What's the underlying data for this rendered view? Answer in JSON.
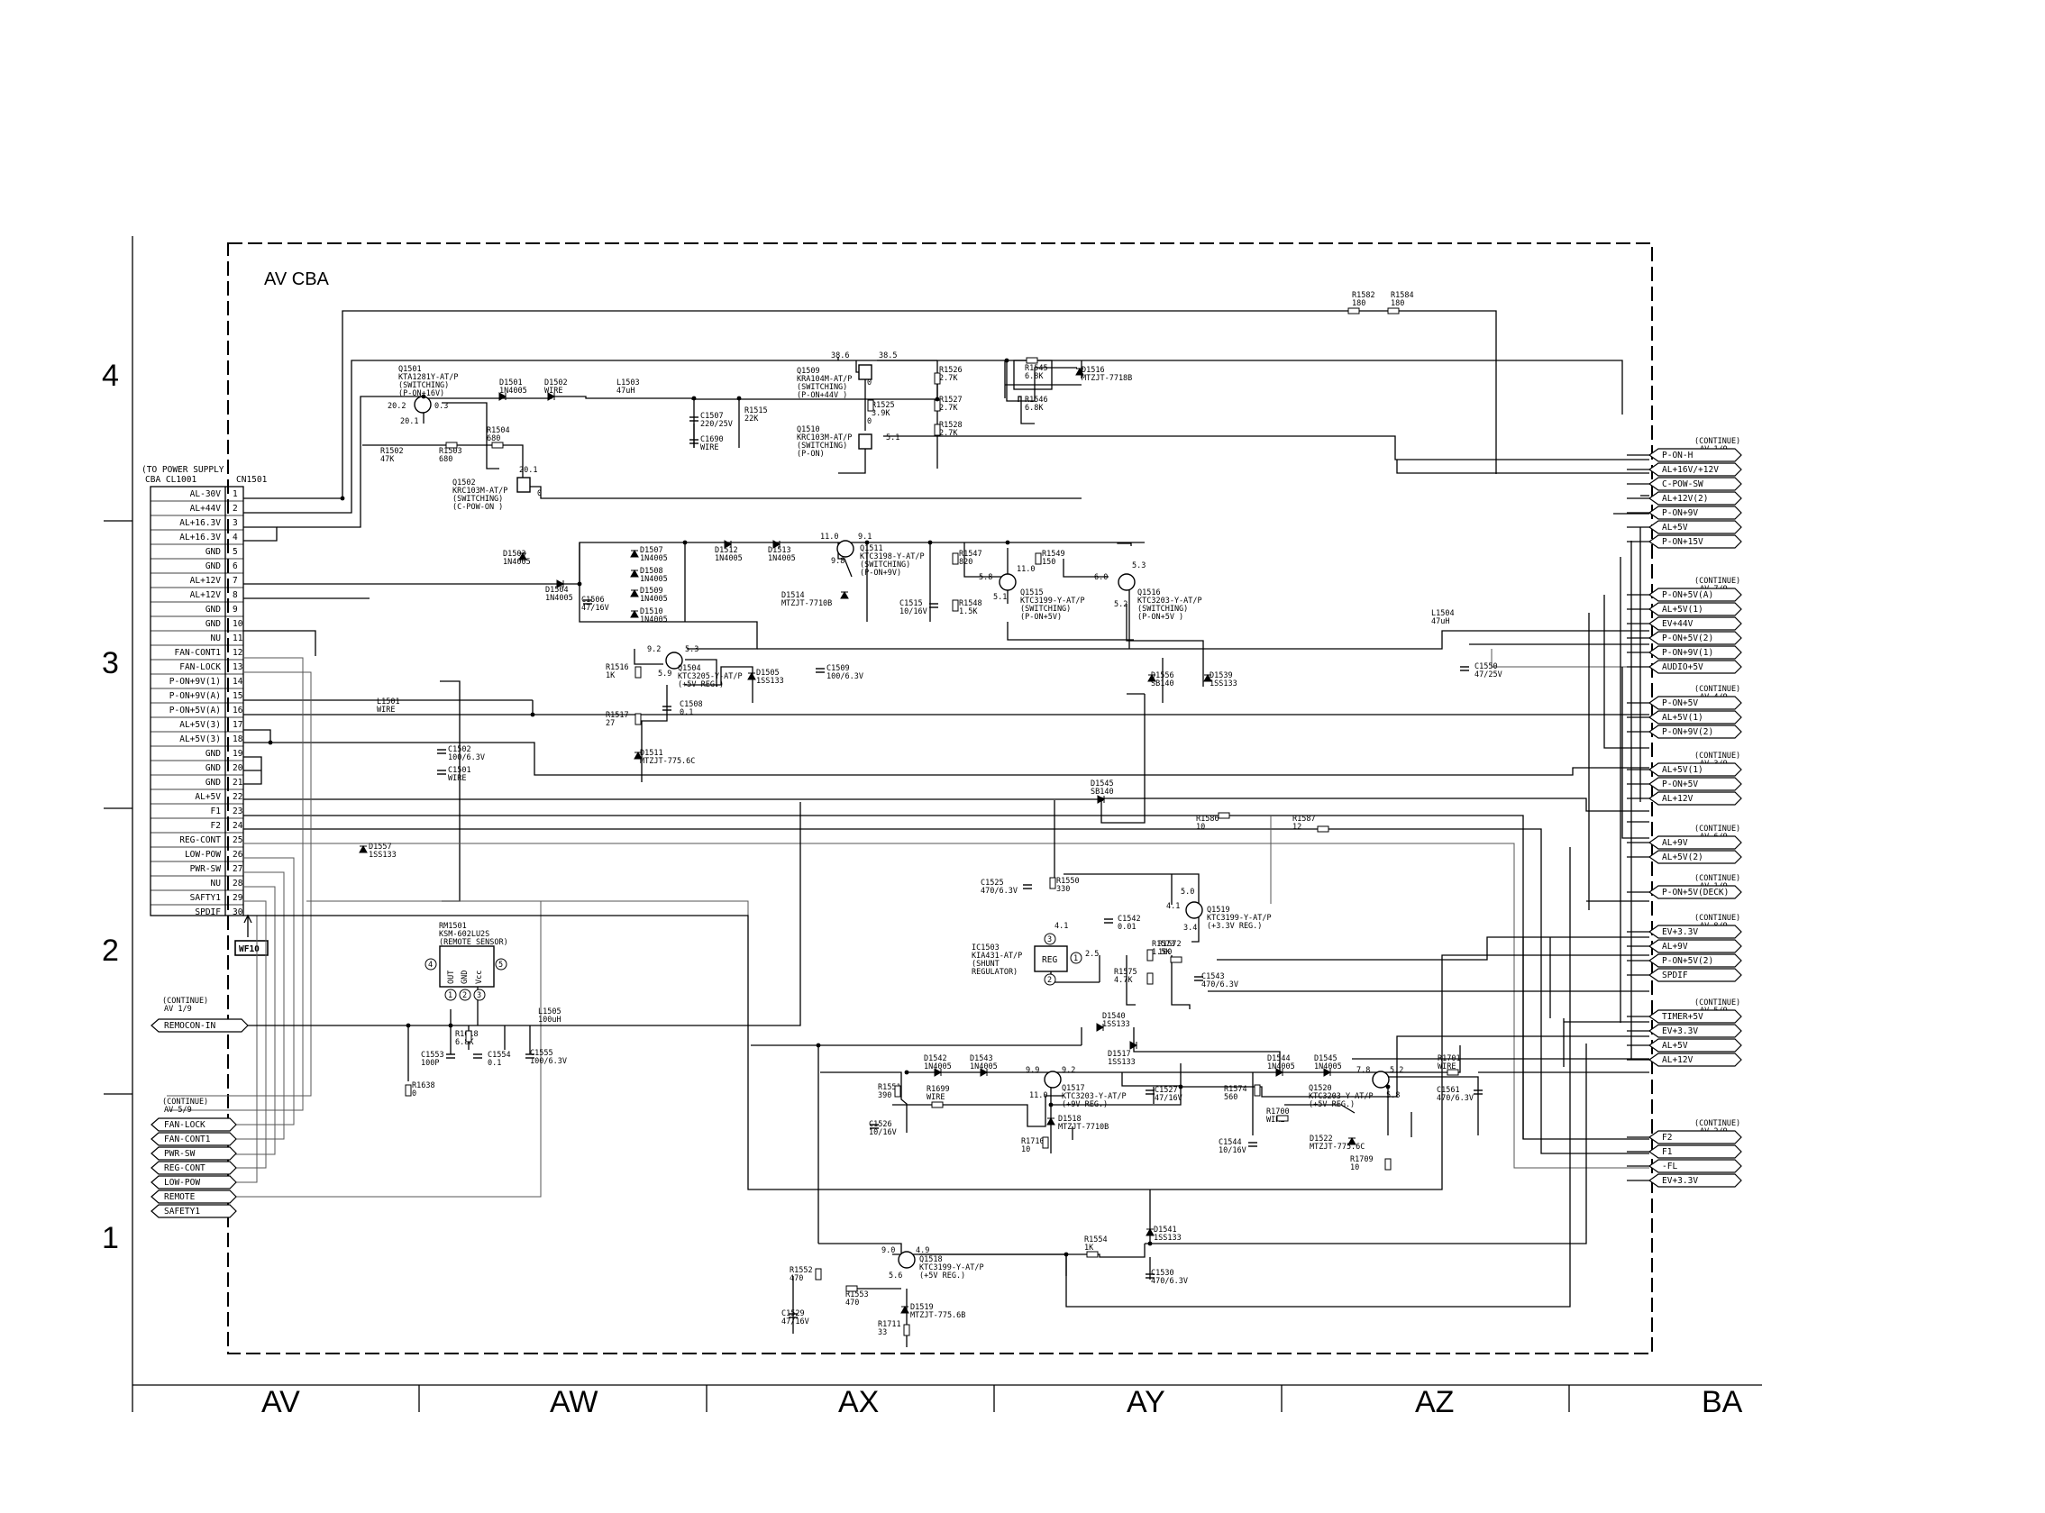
{
  "board_title": "AV CBA",
  "row_labels": [
    "4",
    "3",
    "2",
    "1"
  ],
  "column_labels": [
    "AV",
    "AW",
    "AX",
    "AY",
    "AZ",
    "BA"
  ],
  "connector": {
    "header": [
      "(TO POWER SUPPLY",
      "CBA CL1001"
    ],
    "ref": "CN1501",
    "pins": [
      {
        "n": "1",
        "name": "AL-30V"
      },
      {
        "n": "2",
        "name": "AL+44V"
      },
      {
        "n": "3",
        "name": "AL+16.3V"
      },
      {
        "n": "4",
        "name": "AL+16.3V"
      },
      {
        "n": "5",
        "name": "GND"
      },
      {
        "n": "6",
        "name": "GND"
      },
      {
        "n": "7",
        "name": "AL+12V"
      },
      {
        "n": "8",
        "name": "AL+12V"
      },
      {
        "n": "9",
        "name": "GND"
      },
      {
        "n": "10",
        "name": "GND"
      },
      {
        "n": "11",
        "name": "NU"
      },
      {
        "n": "12",
        "name": "FAN-CONT1"
      },
      {
        "n": "13",
        "name": "FAN-LOCK"
      },
      {
        "n": "14",
        "name": "P-ON+9V(1)"
      },
      {
        "n": "15",
        "name": "P-ON+9V(A)"
      },
      {
        "n": "16",
        "name": "P-ON+5V(A)"
      },
      {
        "n": "17",
        "name": "AL+5V(3)"
      },
      {
        "n": "18",
        "name": "AL+5V(3)"
      },
      {
        "n": "19",
        "name": "GND"
      },
      {
        "n": "20",
        "name": "GND"
      },
      {
        "n": "21",
        "name": "GND"
      },
      {
        "n": "22",
        "name": "AL+5V"
      },
      {
        "n": "23",
        "name": "F1"
      },
      {
        "n": "24",
        "name": "F2"
      },
      {
        "n": "25",
        "name": "REG-CONT"
      },
      {
        "n": "26",
        "name": "LOW-POW"
      },
      {
        "n": "27",
        "name": "PWR-SW"
      },
      {
        "n": "28",
        "name": "NU"
      },
      {
        "n": "29",
        "name": "SAFTY1"
      },
      {
        "n": "30",
        "name": "SPDIF"
      }
    ],
    "tag": "WF10"
  },
  "left_ports": {
    "remocon": {
      "note": [
        "(CONTINUE)",
        "AV 1/9"
      ],
      "label": "REMOCON-IN"
    },
    "group_note": [
      "(CONTINUE)",
      "AV 5/9"
    ],
    "group": [
      "FAN-LOCK",
      "FAN-CONT1",
      "PWR-SW",
      "REG-CONT",
      "LOW-POW",
      "REMOTE",
      "SAFETY1"
    ]
  },
  "right_ports": [
    {
      "note": [
        "(CONTINUE)",
        "AV 1/9"
      ],
      "labels": [
        "P-ON-H",
        "AL+16V/+12V",
        "C-POW-SW",
        "AL+12V(2)",
        "P-ON+9V",
        "AL+5V",
        "P-ON+15V"
      ]
    },
    {
      "note": [
        "(CONTINUE)",
        "AV 7/9"
      ],
      "labels": [
        "P-ON+5V(A)",
        "AL+5V(1)",
        "EV+44V",
        "P-ON+5V(2)",
        "P-ON+9V(1)",
        "AUDIO+5V"
      ]
    },
    {
      "note": [
        "(CONTINUE)",
        "AV 4/9"
      ],
      "labels": [
        "P-ON+5V",
        "AL+5V(1)",
        "P-ON+9V(2)"
      ]
    },
    {
      "note": [
        "(CONTINUE)",
        "AV 3/9"
      ],
      "labels": [
        "AL+5V(1)",
        "P-ON+5V",
        "AL+12V"
      ]
    },
    {
      "note": [
        "(CONTINUE)",
        "AV 6/9"
      ],
      "labels": [
        "AL+9V",
        "AL+5V(2)"
      ]
    },
    {
      "note": [
        "(CONTINUE)",
        "AV 1/9"
      ],
      "labels": [
        "P-ON+5V(DECK)"
      ]
    },
    {
      "note": [
        "(CONTINUE)",
        "AV 8/9"
      ],
      "labels": [
        "EV+3.3V",
        "AL+9V",
        "P-ON+5V(2)",
        "SPDIF"
      ]
    },
    {
      "note": [
        "(CONTINUE)",
        "AV 5/9"
      ],
      "labels": [
        "TIMER+5V",
        "EV+3.3V",
        "AL+5V",
        "AL+12V"
      ]
    },
    {
      "note": [
        "(CONTINUE)",
        "AV 2/9"
      ],
      "labels": [
        "F2",
        "F1",
        "-FL",
        "EV+3.3V"
      ]
    }
  ],
  "components": {
    "Q1501": [
      "Q1501",
      "KTA1281Y-AT/P",
      "(SWITCHING)",
      "(P-ON+16V)"
    ],
    "Q1502": [
      "Q1502",
      "KRC103M-AT/P",
      "(SWITCHING)",
      "(C-POW-ON )"
    ],
    "Q1509": [
      "Q1509",
      "KRA104M-AT/P",
      "(SWITCHING)",
      "(P-ON+44V )"
    ],
    "Q1510": [
      "Q1510",
      "KRC103M-AT/P",
      "(SWITCHING)",
      "(P-ON)"
    ],
    "Q1511": [
      "Q1511",
      "KTC3198-Y-AT/P",
      "(SWITCHING)",
      "(P-ON+9V)"
    ],
    "Q1515": [
      "Q1515",
      "KTC3199-Y-AT/P",
      "(SWITCHING)",
      "(P-ON+5V)"
    ],
    "Q1516": [
      "Q1516",
      "KTC3203-Y-AT/P",
      "(SWITCHING)",
      "(P-ON+5V )"
    ],
    "Q1504": [
      "Q1504",
      "KTC3205-Y-AT/P",
      "(+5V REG.)"
    ],
    "Q1519": [
      "Q1519",
      "KTC3199-Y-AT/P",
      "(+3.3V REG.)"
    ],
    "IC1503": [
      "IC1503",
      "KIA431-AT/P",
      "(SHUNT",
      "REGULATOR)"
    ],
    "Q1517": [
      "Q1517",
      "KTC3203-Y-AT/P",
      "(+9V REG.)"
    ],
    "Q1520": [
      "Q1520",
      "KTC3203-Y-AT/P",
      "(+5V REG.)"
    ],
    "Q1518": [
      "Q1518",
      "KTC3199-Y-AT/P",
      "(+5V REG.)"
    ],
    "RM1501": [
      "RM1501",
      "KSM-602LU2S",
      "(REMOTE SENSOR)"
    ],
    "D1501": [
      "D1501",
      "1N4005"
    ],
    "D1502": [
      "D1502",
      "WIRE"
    ],
    "L1503": [
      "L1503",
      "47uH"
    ],
    "C1507": [
      "C1507",
      "220/25V"
    ],
    "R1515": [
      "R1515",
      "22K"
    ],
    "C1690": [
      "C1690",
      "WIRE"
    ],
    "R1504": [
      "R1504",
      "680"
    ],
    "R1502": [
      "R1502",
      "47K"
    ],
    "R1503": [
      "R1503",
      "680"
    ],
    "R1525": [
      "R1525",
      "3.9K"
    ],
    "R1526": [
      "R1526",
      "2.7K"
    ],
    "R1527": [
      "R1527",
      "2.7K"
    ],
    "R1528": [
      "R1528",
      "2.7K"
    ],
    "R1545": [
      "R1545",
      "6.8K"
    ],
    "R1546": [
      "R1546",
      "6.8K"
    ],
    "D1516": [
      "D1516",
      "MTZJT-7718B"
    ],
    "R1582": [
      "R1582",
      "180"
    ],
    "R1584": [
      "R1584",
      "180"
    ],
    "D1503": [
      "D1503",
      "1N4005"
    ],
    "D1504": [
      "D1504",
      "1N4005"
    ],
    "C1506": [
      "C1506",
      "47/16V"
    ],
    "D1507": [
      "D1507",
      "1N4005"
    ],
    "D1508": [
      "D1508",
      "1N4005"
    ],
    "D1509": [
      "D1509",
      "1N4005"
    ],
    "D1510": [
      "D1510",
      "1N4005"
    ],
    "D1512": [
      "D1512",
      "1N4005"
    ],
    "D1513": [
      "D1513",
      "1N4005"
    ],
    "D1514": [
      "D1514",
      "MTZJT-7710B"
    ],
    "C1515": [
      "C1515",
      "10/16V"
    ],
    "R1547": [
      "R1547",
      "820"
    ],
    "R1548": [
      "R1548",
      "1.5K"
    ],
    "R1549": [
      "R1549",
      "150"
    ],
    "L1504": [
      "L1504",
      "47uH"
    ],
    "C1550": [
      "C1550",
      "47/25V"
    ],
    "R1516": [
      "R1516",
      "1K"
    ],
    "D1505": [
      "D1505",
      "1SS133"
    ],
    "C1509": [
      "C1509",
      "100/6.3V"
    ],
    "C1508": [
      "C1508",
      "0.1"
    ],
    "R1517": [
      "R1517",
      "27"
    ],
    "D1511": [
      "D1511",
      "MTZJT-775.6C"
    ],
    "L1501": [
      "L1501",
      "WIRE"
    ],
    "C1502": [
      "C1502",
      "100/6.3V"
    ],
    "C1501": [
      "C1501",
      "WIRE"
    ],
    "D1556": [
      "D1556",
      "SB140"
    ],
    "D1539": [
      "D1539",
      "1SS133"
    ],
    "D1545": [
      "D1545",
      "SB140"
    ],
    "R1586": [
      "R1586",
      "10"
    ],
    "R1587": [
      "R1587",
      "12"
    ],
    "D1557": [
      "D1557",
      "1SS133"
    ],
    "C1525": [
      "C1525",
      "470/6.3V"
    ],
    "R1550": [
      "R1550",
      "330"
    ],
    "C1542": [
      "C1542",
      "0.01"
    ],
    "R1573": [
      "R1573",
      "1.5K"
    ],
    "R1572": [
      "R1572",
      "100"
    ],
    "R1575": [
      "R1575",
      "4.7K"
    ],
    "C1543": [
      "C1543",
      "470/6.3V"
    ],
    "L1505": [
      "L1505",
      "100uH"
    ],
    "R1618": [
      "R1618",
      "6.8K"
    ],
    "C1553": [
      "C1553",
      "100P"
    ],
    "C1554": [
      "C1554",
      "0.1"
    ],
    "C1555": [
      "C1555",
      "100/6.3V"
    ],
    "R1638": [
      "R1638",
      "0"
    ],
    "D1540": [
      "D1540",
      "1SS133"
    ],
    "D1517": [
      "D1517",
      "1SS133"
    ],
    "D1542": [
      "D1542",
      "1N4005"
    ],
    "D1543": [
      "D1543",
      "1N4005"
    ],
    "R1551": [
      "R1551",
      "390"
    ],
    "R1699": [
      "R1699",
      "WIRE"
    ],
    "C1526": [
      "C1526",
      "10/16V"
    ],
    "D1518": [
      "D1518",
      "MTZJT-7710B"
    ],
    "R1710": [
      "R1710",
      "10"
    ],
    "C1527": [
      "C1527",
      "47/16V"
    ],
    "R1574": [
      "R1574",
      "560"
    ],
    "D1544": [
      "D1544",
      "1N4005"
    ],
    "D1545b": [
      "D1545",
      "1N4005"
    ],
    "R1700": [
      "R1700",
      "WIRE"
    ],
    "C1544": [
      "C1544",
      "10/16V"
    ],
    "D1522": [
      "D1522",
      "MTZJT-775.6C"
    ],
    "R1709": [
      "R1709",
      "10"
    ],
    "R1701": [
      "R1701",
      "WIRE"
    ],
    "C1561": [
      "C1561",
      "470/6.3V"
    ],
    "D1541": [
      "D1541",
      "1SS133"
    ],
    "R1554": [
      "R1554",
      "1K"
    ],
    "C1530": [
      "C1530",
      "470/6.3V"
    ],
    "R1552": [
      "R1552",
      "470"
    ],
    "R1553": [
      "R1553",
      "470"
    ],
    "C1529": [
      "C1529",
      "47/16V"
    ],
    "D1519": [
      "D1519",
      "MTZJT-775.6B"
    ],
    "R1711": [
      "R1711",
      "33"
    ]
  },
  "voltages": {
    "q1501_e": "20.2",
    "q1501_c": "0.3",
    "q1501_b": "20.1",
    "q1502_c": "20.1",
    "q1502_b": "0",
    "q1509_e": "38.6",
    "q1509_c": "38.5",
    "q1509_b": "0",
    "q1510_c": "0",
    "q1510_b": "5.1",
    "q1511_e": "11.0",
    "q1511_c": "9.1",
    "q1511_b": "9.8",
    "q1515_c": "11.0",
    "q1515_b": "5.8",
    "q1515_e": "5.1",
    "q1516_b": "6.0",
    "q1516_c": "5.3",
    "q1516_e": "5.2",
    "q1504_c": "9.2",
    "q1504_e": "5.3",
    "q1504_b": "5.9",
    "q1519_c": "5.0",
    "q1519_b": "4.1",
    "q1519_e": "3.4",
    "ic_k": "4.1",
    "ic_r": "2.5",
    "q1517_c": "9.9",
    "q1517_e": "9.2",
    "q1517_b": "11.0",
    "q1520_c": "7.8",
    "q1520_e": "5.2",
    "q1520_b": "5.8",
    "q1518_c": "9.0",
    "q1518_e": "4.9",
    "q1518_b": "5.6"
  },
  "ic_text": "REG",
  "rm_pins": [
    "OUT",
    "GND",
    "Vcc"
  ]
}
